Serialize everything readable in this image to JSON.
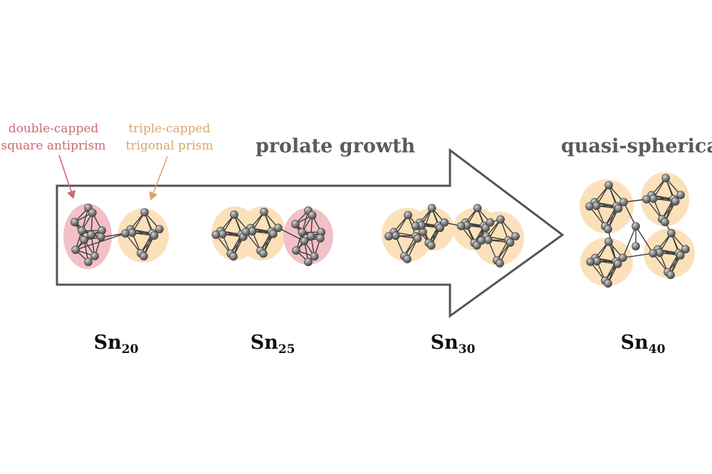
{
  "annotations": {
    "double_capped": [
      "double-capped",
      "square antiprism"
    ],
    "triple_capped": [
      "triple-capped",
      "trigonal prism"
    ]
  },
  "headings": {
    "prolate": "prolate growth",
    "quasi": "quasi-spherical"
  },
  "clusters": [
    {
      "symbol": "Sn",
      "count": "20"
    },
    {
      "symbol": "Sn",
      "count": "25"
    },
    {
      "symbol": "Sn",
      "count": "30"
    },
    {
      "symbol": "Sn",
      "count": "40"
    }
  ],
  "colors": {
    "antiprism_highlight": "#f0b6bd",
    "prism_highlight": "#fbdcae",
    "antiprism_label": "#c96b73",
    "prism_label": "#d9a66a",
    "arrow": "#555555",
    "atom": "#7d7d7d",
    "heading": "#5b5b5b"
  }
}
